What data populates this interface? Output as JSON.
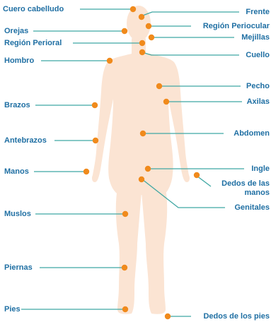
{
  "colors": {
    "body": "#fbe4d3",
    "dot": "#f08a1c",
    "line": "#3fa7a3",
    "text": "#1f6fa3"
  },
  "labels": {
    "cuero_cabelludo": "Cuero cabelludo",
    "orejas": "Orejas",
    "region_perioral": "Región Perioral",
    "hombro": "Hombro",
    "brazos": "Brazos",
    "antebrazos": "Antebrazos",
    "manos": "Manos",
    "muslos": "Muslos",
    "piernas": "Piernas",
    "pies": "Pies",
    "frente": "Frente",
    "region_periocular": "Región Periocular",
    "mejillas": "Mejillas",
    "cuello": "Cuello",
    "pecho": "Pecho",
    "axilas": "Axilas",
    "abdomen": "Abdomen",
    "ingle": "Ingle",
    "dedos_manos_1": "Dedos de las",
    "dedos_manos_2": "manos",
    "genitales": "Genitales",
    "dedos_pies": "Dedos de los pies"
  }
}
